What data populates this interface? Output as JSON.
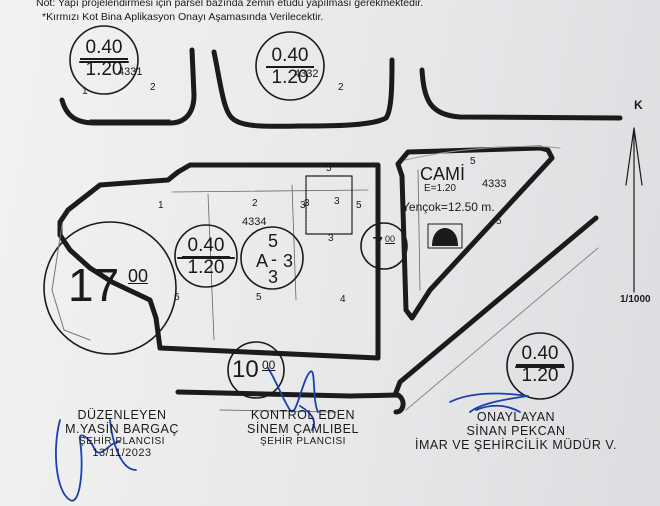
{
  "notes": {
    "line1": "Not: Yapı projelendirmesi için parsel bazında zemin etüdü yapılması gerekmektedir.",
    "line2": "*Kırmızı Kot Bina Aplikasyon Onayı Aşamasında Verilecektir."
  },
  "plan": {
    "top_left_ratio": {
      "far": "0.40",
      "coverage": "1.20"
    },
    "top_mid_ratio": {
      "far": "0.40",
      "coverage": "1.20"
    },
    "block_ratio": {
      "far": "0.40",
      "coverage": "1.20"
    },
    "bottom_right_ratio": {
      "far": "0.40",
      "coverage": "1.20"
    },
    "parcel_4331": "4331",
    "parcel_4332": "4332",
    "parcel_4334": "4334",
    "parcel_4333": "4333",
    "lot_numbers": {
      "tl1": "1",
      "tl2": "2",
      "tm2": "2",
      "b1": "1",
      "b2": "2",
      "b3": "3",
      "b3b": "3",
      "b4": "4",
      "b5": "5",
      "b5b": "5",
      "b6": "6",
      "cami5": "5",
      "cami5b": "5"
    },
    "setback_small": {
      "s3a": "3",
      "s3b": "3",
      "s3c": "3",
      "s5": "5"
    },
    "zone_code": {
      "top": "5",
      "letter": "A",
      "dash": "-",
      "bottom1": "3",
      "bottom2": "3"
    },
    "road_widths": {
      "left": "17",
      "left_sup": "00",
      "bottom": "10",
      "bottom_sup": "00",
      "cami": "7",
      "cami_sup": "00"
    },
    "cami": {
      "label": "CAMİ",
      "e_value": "E=1.20",
      "yencok": "Yençok=12.50 m."
    },
    "north_letter": "K",
    "scale": "1/1000"
  },
  "signatures": {
    "prepared": {
      "role": "DÜZENLEYEN",
      "name": "M.YASİN BARGAÇ",
      "title": "ŞEHİR PLANCISI",
      "date": "13/11/2023"
    },
    "checked": {
      "role": "KONTROL EDEN",
      "name": "SİNEM ÇAMLIBEL",
      "title": "ŞEHİR PLANCISI"
    },
    "approved": {
      "role": "ONAYLAYAN",
      "name": "SİNAN PEKCAN",
      "title": "İMAR VE ŞEHİRCİLİK MÜDÜR V."
    }
  }
}
